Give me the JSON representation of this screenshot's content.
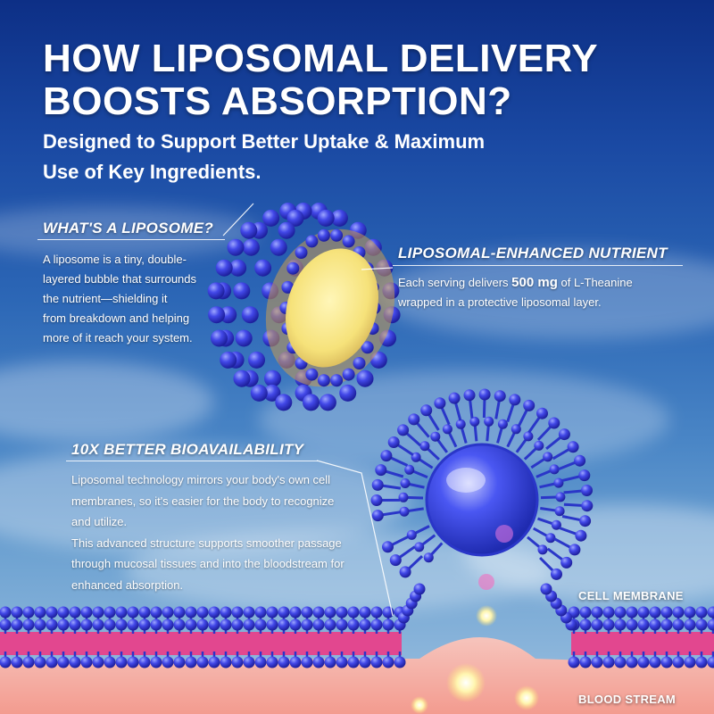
{
  "header": {
    "title_line1": "HOW LIPOSOMAL DELIVERY",
    "title_line2": "BOOSTS ABSORPTION?",
    "subtitle_line1": "Designed to Support Better Uptake & Maximum",
    "subtitle_line2": "Use of Key Ingredients."
  },
  "sections": {
    "liposome": {
      "heading": "WHAT'S A LIPOSOME?",
      "lines": [
        "A liposome is a tiny, double-",
        "layered bubble that surrounds",
        "the nutrient—shielding it",
        "from breakdown and helping",
        "more of it reach your system."
      ]
    },
    "nutrient": {
      "heading": "LIPOSOMAL-ENHANCED NUTRIENT",
      "line1_prefix": "Each serving delivers ",
      "line1_amount": "500 mg",
      "line1_suffix": " of L-Theanine",
      "line2": "wrapped in a protective liposomal layer."
    },
    "bioavailability": {
      "heading": "10X BETTER BIOAVAILABILITY",
      "lines": [
        "Liposomal technology mirrors your body's own cell",
        "membranes, so it's easier for the body to recognize",
        "and utilize.",
        "This advanced structure supports smoother passage",
        "through mucosal tissues and into the bloodstream for",
        "enhanced absorption."
      ]
    }
  },
  "labels": {
    "cell_membrane": "CELL MEMBRANE",
    "blood_stream": "BLOOD STREAM"
  },
  "colors": {
    "sky_top": "#0d2f86",
    "sphere_blue": "#3b3fe0",
    "core_yellow": "#f6e27a",
    "membrane_pink": "#e2478f",
    "blood_pink": "#f2b5b0"
  }
}
